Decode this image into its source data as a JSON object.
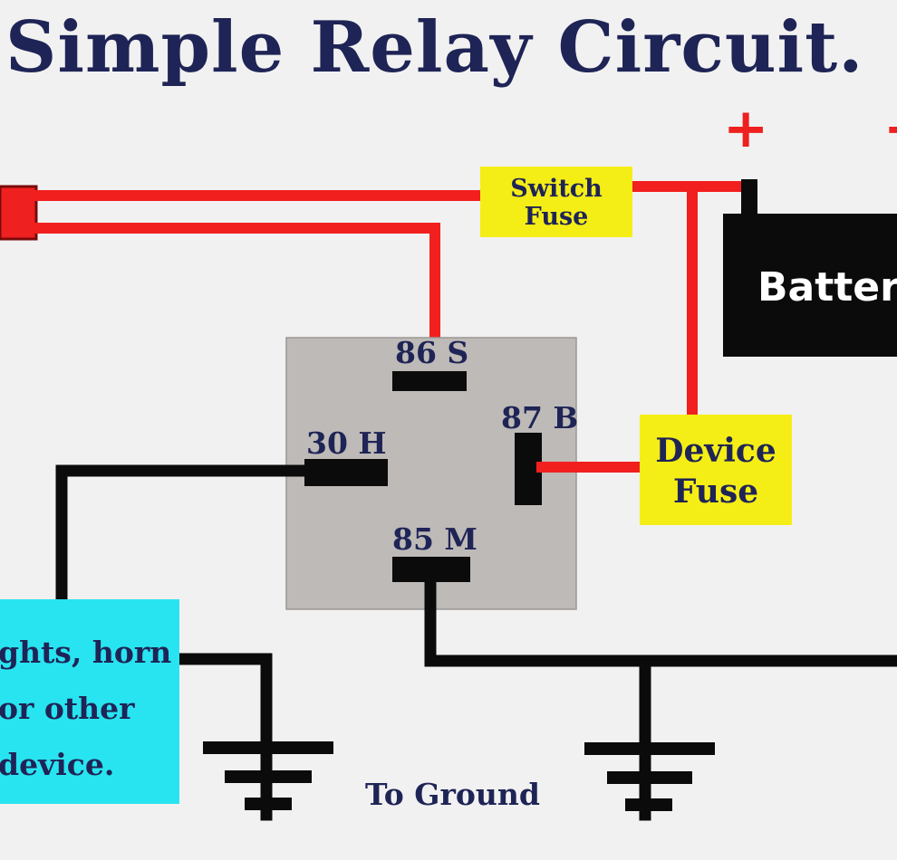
{
  "title": "Simple Relay Circuit.",
  "battery": {
    "label": "Battery",
    "terminal_signs": [
      "+",
      "+"
    ]
  },
  "switch_fuse": {
    "lines": [
      "Switch",
      "Fuse"
    ]
  },
  "device_fuse": {
    "lines": [
      "Device",
      "Fuse"
    ]
  },
  "relay": {
    "pins": {
      "p86": "86 S",
      "p87": "87 B",
      "p30": "30 H",
      "p85": "85 M"
    }
  },
  "device_box": {
    "lines": [
      "ghts, horn",
      "or other",
      "device."
    ]
  },
  "ground_label": "To Ground",
  "colors": {
    "title": "#1f2456",
    "wire_positive": "#f21f1f",
    "wire_ground": "#0b0b0b",
    "fuse_fill": "#f5ee16",
    "relay_fill": "#bdbab7",
    "device_fill": "#28e4f0",
    "battery_fill": "#0b0b0b"
  }
}
